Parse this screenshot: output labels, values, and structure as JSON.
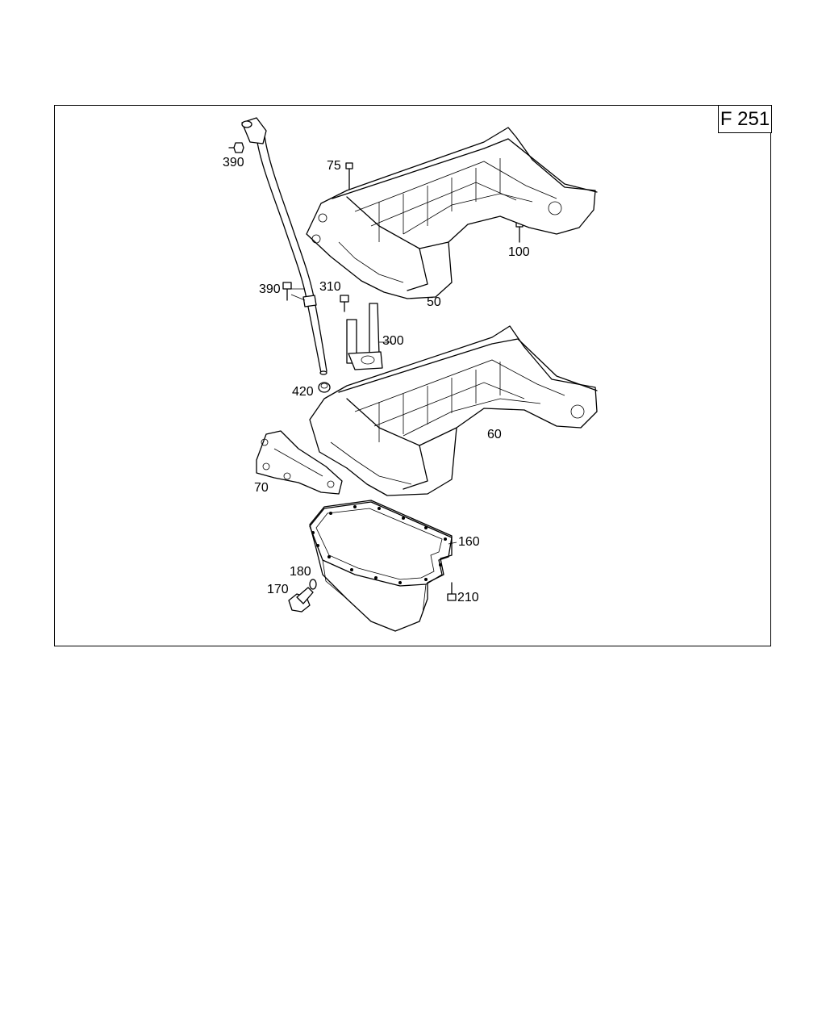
{
  "figure_id": "F 251",
  "callouts": [
    {
      "key": "p390a",
      "text": "390"
    },
    {
      "key": "p75",
      "text": "75"
    },
    {
      "key": "p100",
      "text": "100"
    },
    {
      "key": "p390b",
      "text": "390"
    },
    {
      "key": "p310",
      "text": "310"
    },
    {
      "key": "p50",
      "text": "50"
    },
    {
      "key": "p300",
      "text": "300"
    },
    {
      "key": "p420",
      "text": "420"
    },
    {
      "key": "p60",
      "text": "60"
    },
    {
      "key": "p70",
      "text": "70"
    },
    {
      "key": "p160",
      "text": "160"
    },
    {
      "key": "p180",
      "text": "180"
    },
    {
      "key": "p170",
      "text": "170"
    },
    {
      "key": "p210",
      "text": "210"
    }
  ]
}
